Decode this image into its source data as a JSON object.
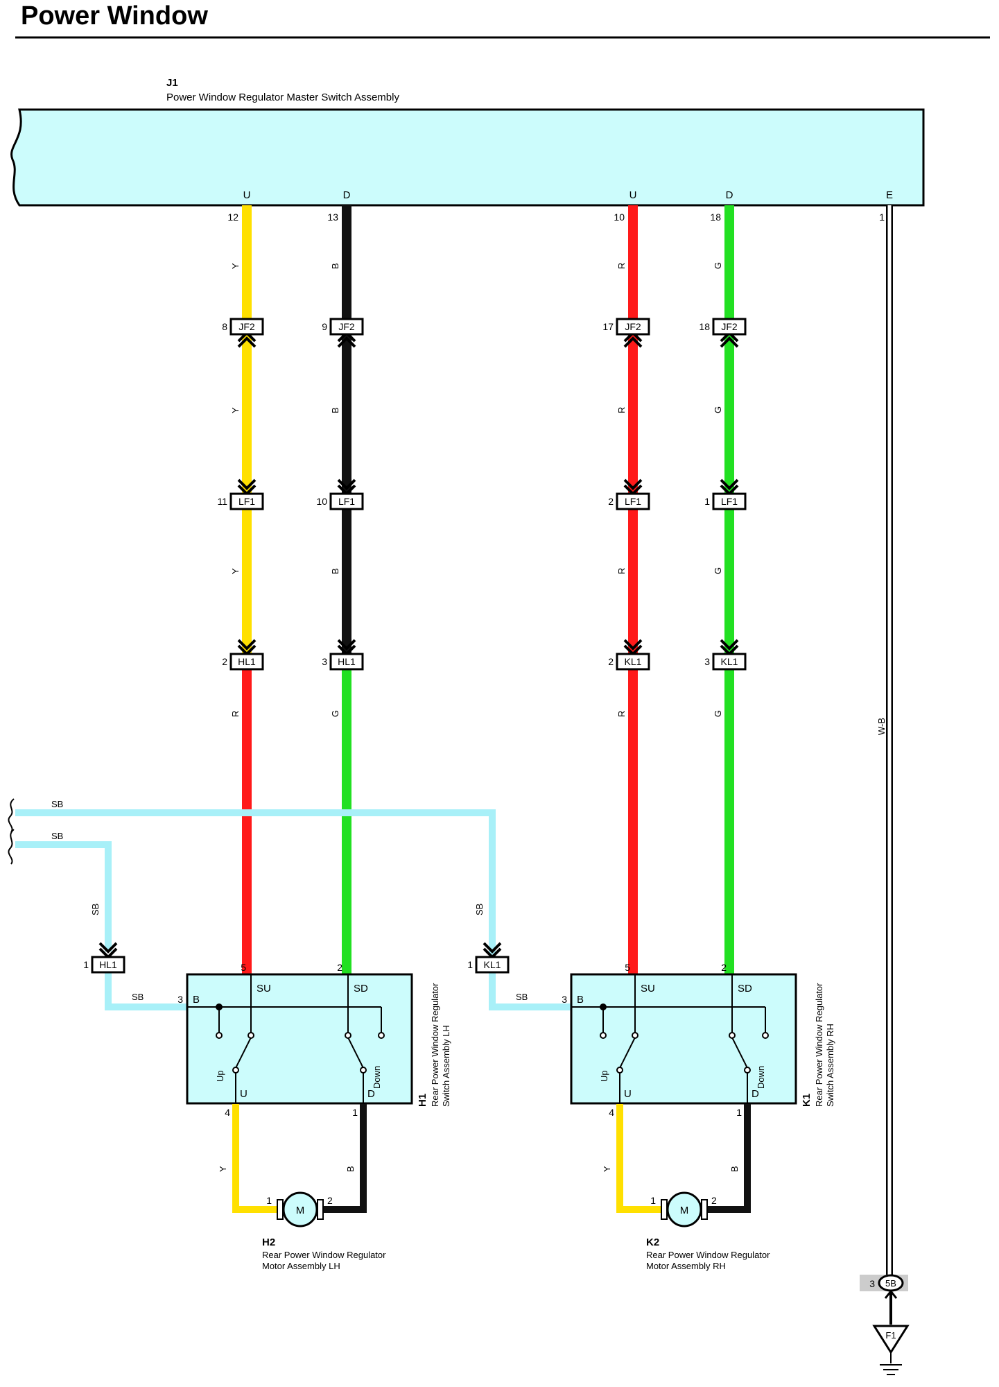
{
  "page_title": "Power Window",
  "master_switch": {
    "id": "J1",
    "name": "Power Window Regulator Master Switch Assembly",
    "terminals": [
      "U",
      "D",
      "U",
      "D",
      "E"
    ],
    "pins": [
      "12",
      "13",
      "10",
      "18",
      "1"
    ]
  },
  "wire_colors": {
    "Y": "#ffe000",
    "B": "#111111",
    "R": "#ff1a1a",
    "G": "#22e022",
    "SB": "#a8f0f8",
    "WB": "#ffffff"
  },
  "wire_labels": {
    "y": "Y",
    "b": "B",
    "r": "R",
    "g": "G",
    "sb": "SB",
    "wb": "W-B"
  },
  "connectors": {
    "jf2": "JF2",
    "lf1": "LF1",
    "hl1": "HL1",
    "kl1": "KL1",
    "jf2_pins": [
      "8",
      "9",
      "17",
      "18"
    ],
    "lf1_pins": [
      "11",
      "10",
      "2",
      "1"
    ],
    "hl1_pins": [
      "2",
      "3"
    ],
    "kl1_pins": [
      "2",
      "3"
    ],
    "hl1_sb_pin": "1",
    "kl1_sb_pin": "1"
  },
  "switch_lh": {
    "id": "H1",
    "name_line1": "Rear Power Window Regulator",
    "name_line2": "Switch Assembly LH",
    "terminal_b": "B",
    "terminal_su": "SU",
    "terminal_sd": "SD",
    "terminal_u": "U",
    "terminal_d": "D",
    "up_label": "Up",
    "down_label": "Down",
    "pin_b": "3",
    "pin_su": "5",
    "pin_sd": "2",
    "pin_u": "4",
    "pin_d": "1"
  },
  "switch_rh": {
    "id": "K1",
    "name_line1": "Rear Power Window Regulator",
    "name_line2": "Switch Assembly RH",
    "terminal_b": "B",
    "terminal_su": "SU",
    "terminal_sd": "SD",
    "terminal_u": "U",
    "terminal_d": "D",
    "up_label": "Up",
    "down_label": "Down",
    "pin_b": "3",
    "pin_su": "5",
    "pin_sd": "2",
    "pin_u": "4",
    "pin_d": "1"
  },
  "motor_lh": {
    "id": "H2",
    "symbol": "M",
    "name_line1": "Rear Power Window Regulator",
    "name_line2": "Motor Assembly LH",
    "pin1": "1",
    "pin2": "2"
  },
  "motor_rh": {
    "id": "K2",
    "symbol": "M",
    "name_line1": "Rear Power Window Regulator",
    "name_line2": "Motor Assembly RH",
    "pin1": "1",
    "pin2": "2"
  },
  "ground": {
    "junction": "5B",
    "junction_pin": "3",
    "point": "F1"
  }
}
